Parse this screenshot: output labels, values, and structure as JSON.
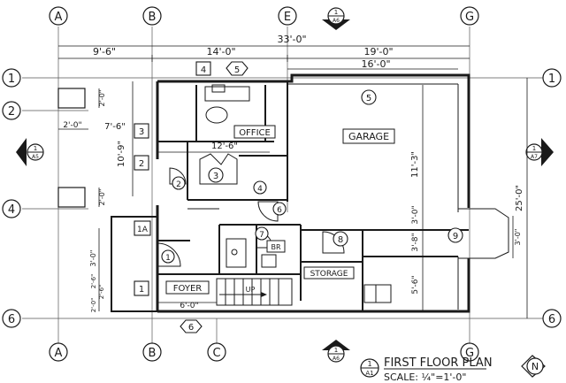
{
  "grid": {
    "columns": [
      "A",
      "B",
      "E",
      "G"
    ],
    "bottom_columns": [
      "A",
      "B",
      "C",
      "G"
    ],
    "rows_left": [
      "1",
      "2",
      "4",
      "6"
    ],
    "rows_right": [
      "1",
      "6"
    ]
  },
  "dimensions": {
    "overall_width": "33'-0\"",
    "top_left": "9'-6\"",
    "top_mid": "14'-0\"",
    "top_right": "19'-0\"",
    "garage_width": "16'-0\"",
    "office_depth": "7'-6\"",
    "left_10_9": "10'-9\"",
    "room3_width": "12'-6\"",
    "garage_depth": "11'-3\"",
    "right_3_0_a": "3'-0\"",
    "right_3_8": "3'-8\"",
    "right_5_6": "5'-6\"",
    "right_25_0": "25'-0\"",
    "door_3_0": "3'-0\"",
    "window_2_0_top": "2'-0\"",
    "window_2_0_left": "2'-0\"",
    "window_2_0_low": "2'-0\"",
    "left_3_0": "3'-0\"",
    "left_2_6_a": "2'-6\"",
    "left_2_6_b": "2'-6\"",
    "left_2_0": "2'-0\"",
    "foyer_width": "6'-0\""
  },
  "rooms": {
    "office": "OFFICE",
    "garage": "GARAGE",
    "storage": "STORAGE",
    "foyer": "FOYER",
    "bath": "BR",
    "up": "UP"
  },
  "tags": {
    "t4": "4",
    "t5_top": "5",
    "t5_garage": "5",
    "t3_a": "3",
    "t2_a": "2",
    "t3_room": "3",
    "t2_door": "2",
    "t4_door": "4",
    "t6": "6",
    "t7": "7",
    "t8": "8",
    "t9": "9",
    "t1a": "1A",
    "t1_door": "1",
    "t1_foyer": "1",
    "t6_bottom": "6"
  },
  "section_markers": {
    "top": {
      "num": "1",
      "sheet": "A6"
    },
    "left": {
      "num": "1",
      "sheet": "A5"
    },
    "right": {
      "num": "1",
      "sheet": "A7"
    },
    "bottom": {
      "num": "1",
      "sheet": "A6"
    }
  },
  "title_block": {
    "num": "1",
    "sheet": "A1",
    "title": "FIRST FLOOR PLAN",
    "scale": "SCALE: ¼\"=1'-0\""
  },
  "north_label": "N"
}
